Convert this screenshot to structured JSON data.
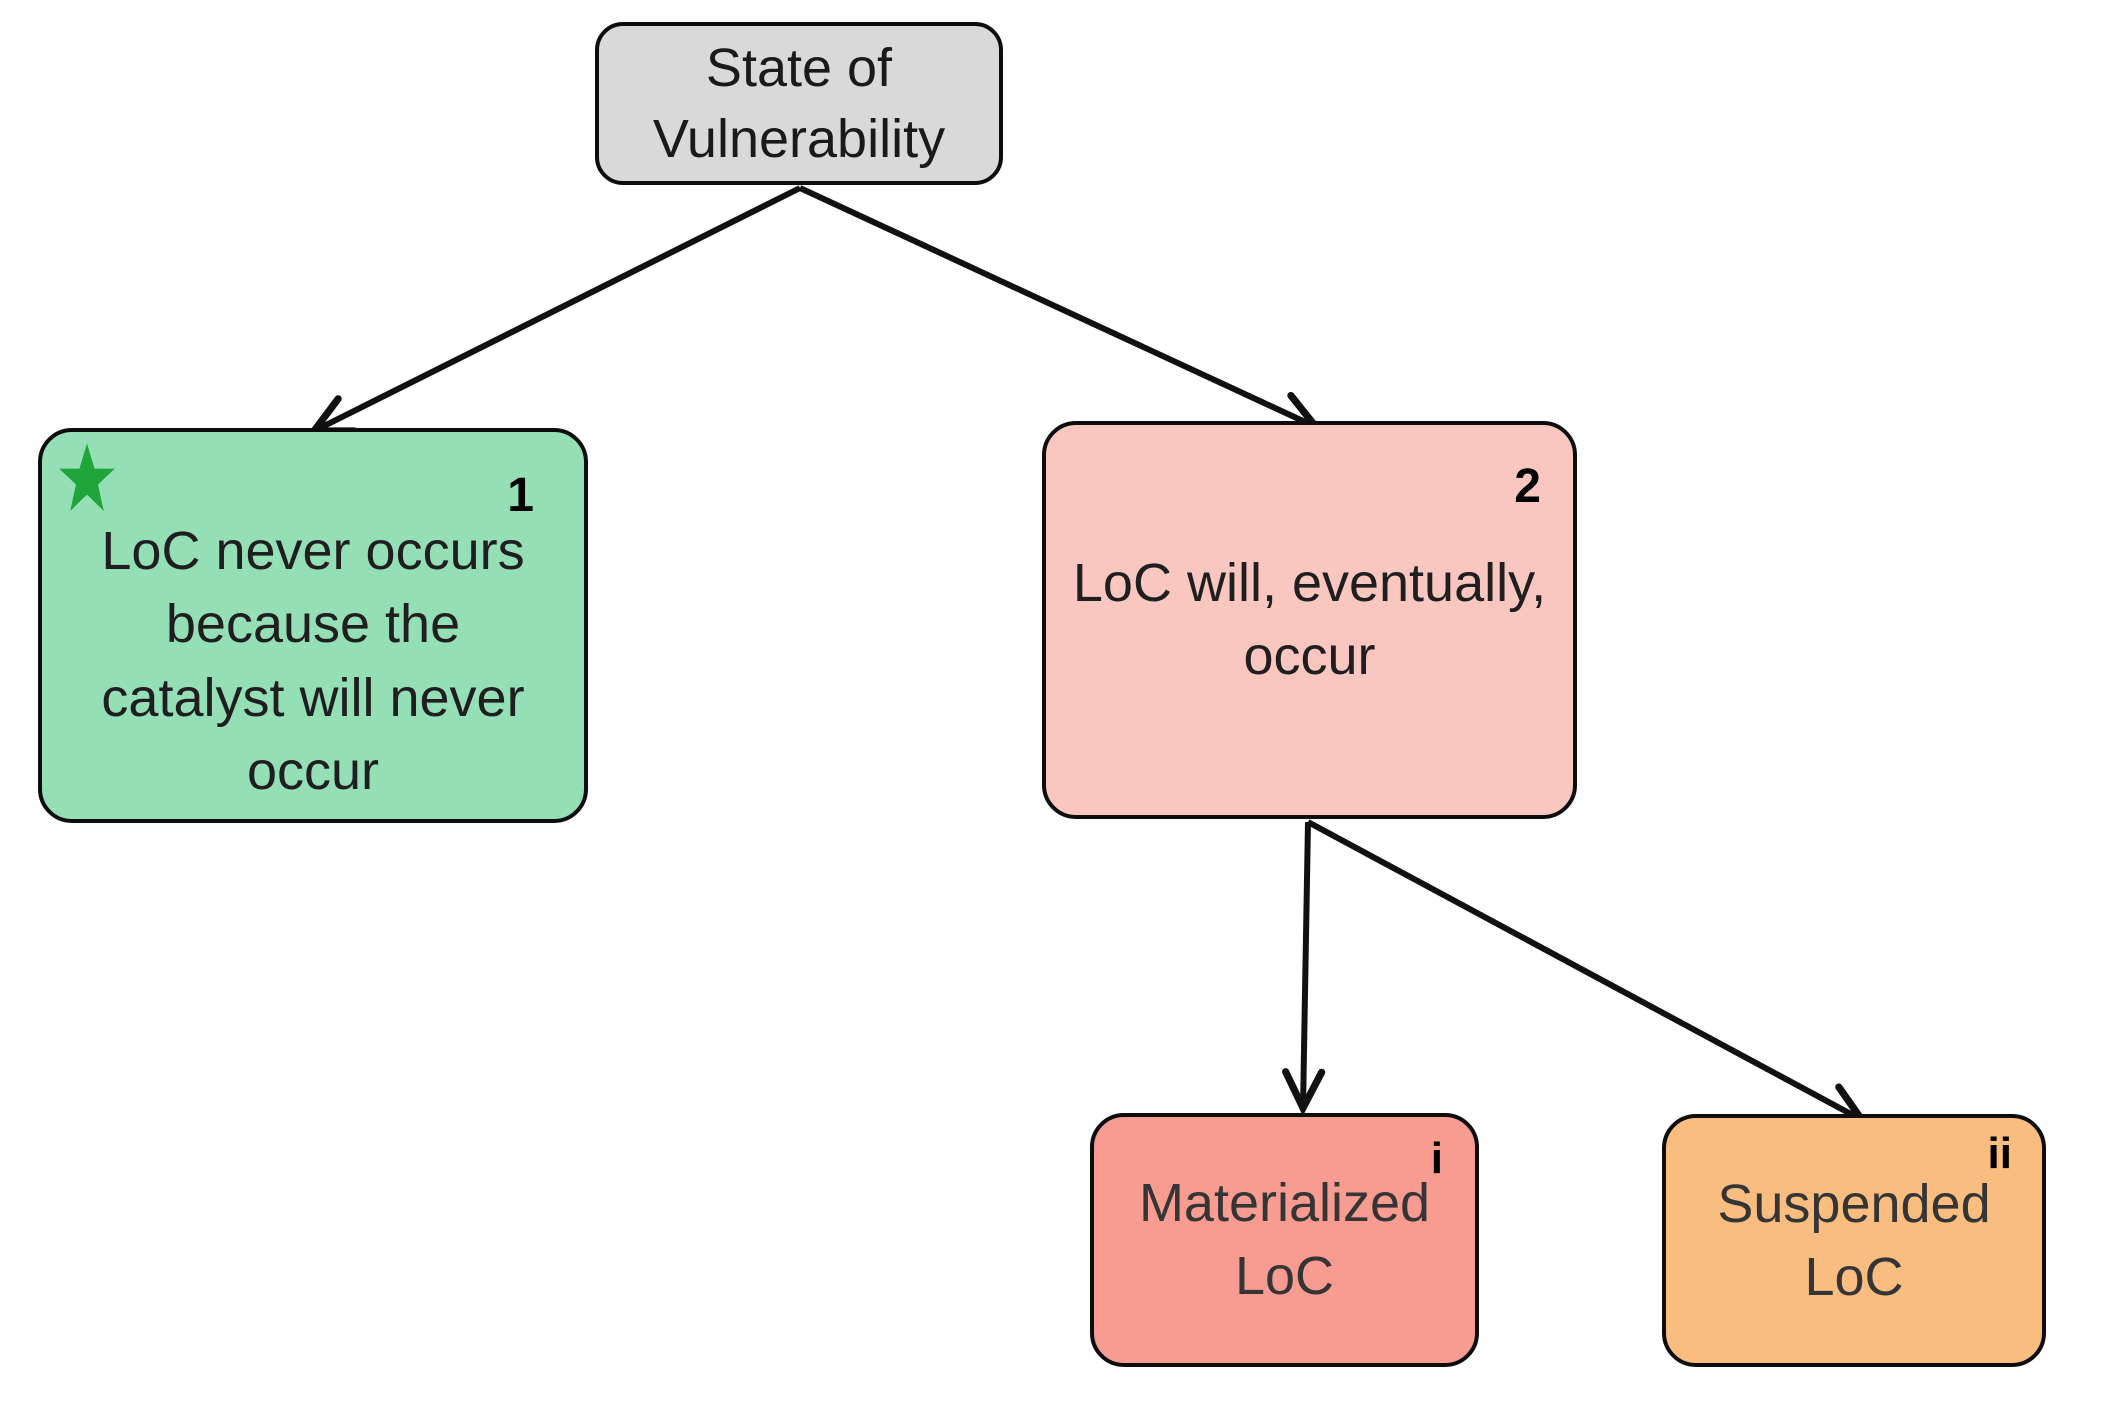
{
  "diagram": {
    "description": "State of Vulnerability decision tree",
    "colors": {
      "root_bg": "#d9d9d9",
      "node1_bg": "#95dfb7",
      "node2_bg": "#fac6c0",
      "node_i_bg": "#f89c91",
      "node_ii_bg": "#fabd80",
      "star": "#1fa53a",
      "edge": "#111111"
    },
    "nodes": {
      "root": {
        "label": "State of\nVulnerability"
      },
      "node1": {
        "number": "1",
        "label": "LoC never occurs\nbecause the\ncatalyst will never\noccur"
      },
      "node2": {
        "number": "2",
        "label": "LoC will, eventually,\noccur"
      },
      "node_i": {
        "number": "i",
        "label": "Materialized\nLoC"
      },
      "node_ii": {
        "number": "ii",
        "label": "Suspended\nLoC"
      }
    },
    "edges": [
      {
        "from": "root",
        "to": "node1"
      },
      {
        "from": "root",
        "to": "node2"
      },
      {
        "from": "node2",
        "to": "node_i"
      },
      {
        "from": "node2",
        "to": "node_ii"
      }
    ]
  }
}
